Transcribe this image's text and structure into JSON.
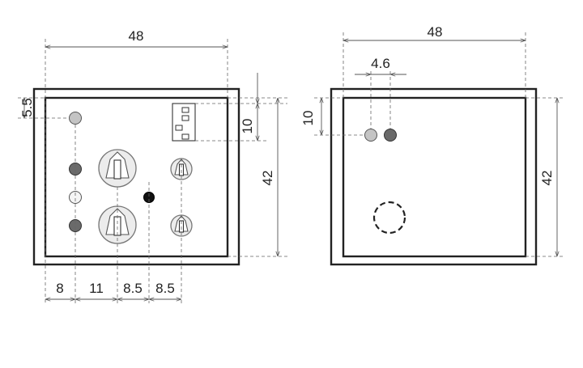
{
  "dimensions": {
    "front_width": "48",
    "front_top_led_offset": "5.5",
    "front_connector_height": "10",
    "front_height": "42",
    "front_col_1": "8",
    "front_col_2": "11",
    "front_col_3": "8.5",
    "front_col_4": "8.5",
    "rear_width": "48",
    "rear_led_spacing": "4.6",
    "rear_led_offset": "10",
    "rear_height": "42"
  },
  "colors": {
    "led_light_gray": "#c4c4c4",
    "led_dark_gray": "#6a6a6a",
    "led_white": "#f5f5f5",
    "led_black": "#111111",
    "outline": "#222222"
  }
}
